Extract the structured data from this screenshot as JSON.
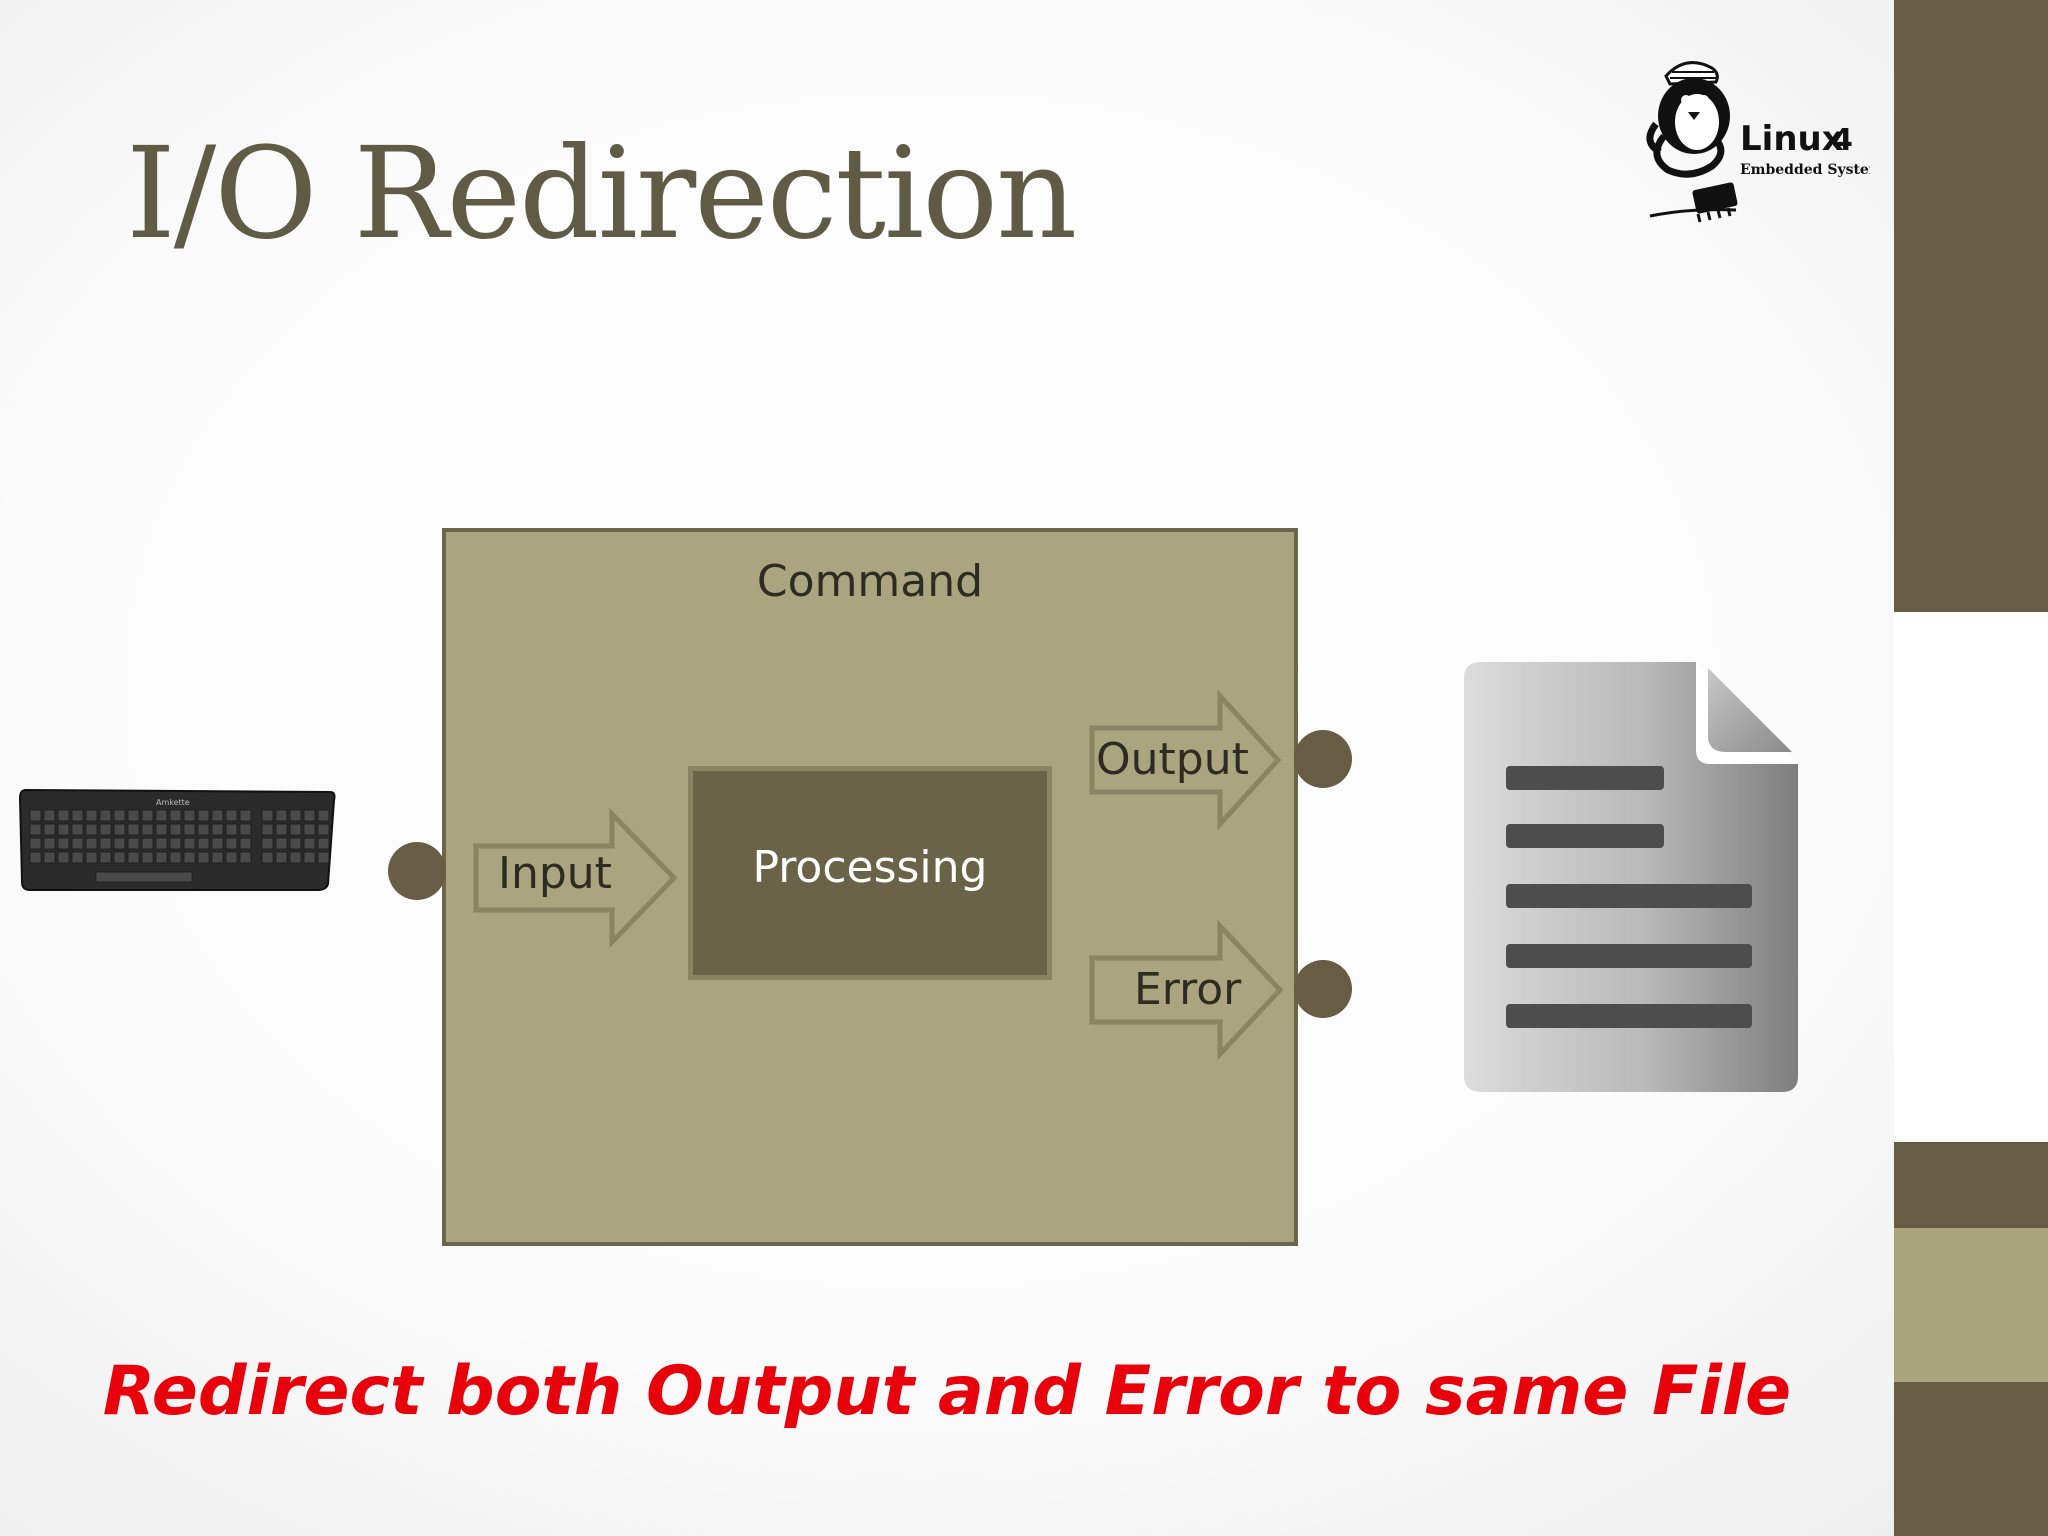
{
  "slide": {
    "title": "I/O Redirection",
    "caption": "Redirect both Output and Error to same File"
  },
  "logo": {
    "brand": "Linux",
    "number": "4",
    "tagline": "Embedded Systems",
    "keyboard_brand": "Amkette"
  },
  "diagram": {
    "command_label": "Command",
    "processing_label": "Processing",
    "input_label": "Input",
    "output_label": "Output",
    "error_label": "Error"
  },
  "colors": {
    "accent_dark": "#675d44",
    "accent_light": "#a9a47c",
    "command_fill": "#aaa57e",
    "processing_fill": "#6b6348",
    "caption": "#e8000b",
    "title": "#5f5b45"
  },
  "icons": [
    "penguin-logo-icon",
    "keyboard-icon",
    "document-file-icon"
  ]
}
